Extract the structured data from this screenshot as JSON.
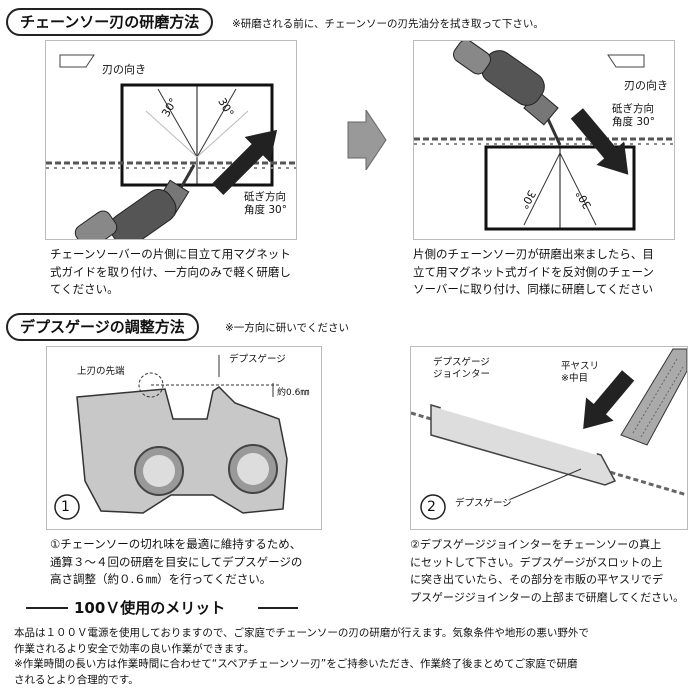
{
  "section1": {
    "title": "チェーンソー刃の研磨方法",
    "note": "※研磨される前に、チェーンソーの刃先油分を拭き取って下さい。",
    "left": {
      "blade_label": "刃の向き",
      "angle_a": "30°",
      "angle_b": "30°",
      "dir_label_1": "砥ぎ方向",
      "dir_label_2": "角度 30°",
      "desc": [
        "チェーンソーバーの片側に目立て用マグネット",
        "式ガイドを取り付け、一方向のみで軽く研磨し",
        "てください。"
      ]
    },
    "right": {
      "blade_label": "刃の向き",
      "angle_a": "30°",
      "angle_b": "30°",
      "dir_label_1": "砥ぎ方向",
      "dir_label_2": "角度 30°",
      "desc": [
        "片側のチェーンソー刃が研磨出来ましたら、目",
        "立て用マグネット式ガイドを反対側のチェーン",
        "ソーバーに取り付け、同様に研磨してください"
      ]
    }
  },
  "section2": {
    "title": "デプスゲージの調整方法",
    "note": "※一方向に研いでください",
    "left": {
      "num": "1",
      "label_tip": "上刃の先端",
      "label_gauge": "デプスゲージ",
      "label_approx": "約0.6㎜",
      "desc": [
        "①チェーンソーの切れ味を最適に維持するため、",
        "通算３～４回の研磨を目安にしてデプスゲージの",
        "高さ調整（約０.６㎜）を行ってください。"
      ]
    },
    "right": {
      "num": "2",
      "label_jointer_1": "デプスゲージ",
      "label_jointer_2": "ジョインター",
      "label_file_1": "平ヤスリ",
      "label_file_2": "※中目",
      "label_gauge": "デプスゲージ",
      "desc": [
        "②デプスゲージジョインターをチェーンソーの真上",
        "にセットして下さい。デプスゲージがスロットの上",
        "に突き出ていたら、その部分を市販の平ヤスリでデ",
        "プスゲージジョインターの上部まで研磨してください。"
      ]
    }
  },
  "merit": {
    "title": "100Ｖ使用のメリット",
    "lines": [
      "本品は１００Ｖ電源を使用しておりますので、ご家庭でチェーンソーの刃の研磨が行えます。気象条件や地形の悪い野外で",
      "作業されるより安全で効率の良い作業ができます。",
      "※作業時間の長い方は作業時間に合わせて“スペアチェーンソー刃”をご持参いただき、作業終了後まとめてご家庭で研磨",
      "されるとより合理的です。"
    ]
  }
}
